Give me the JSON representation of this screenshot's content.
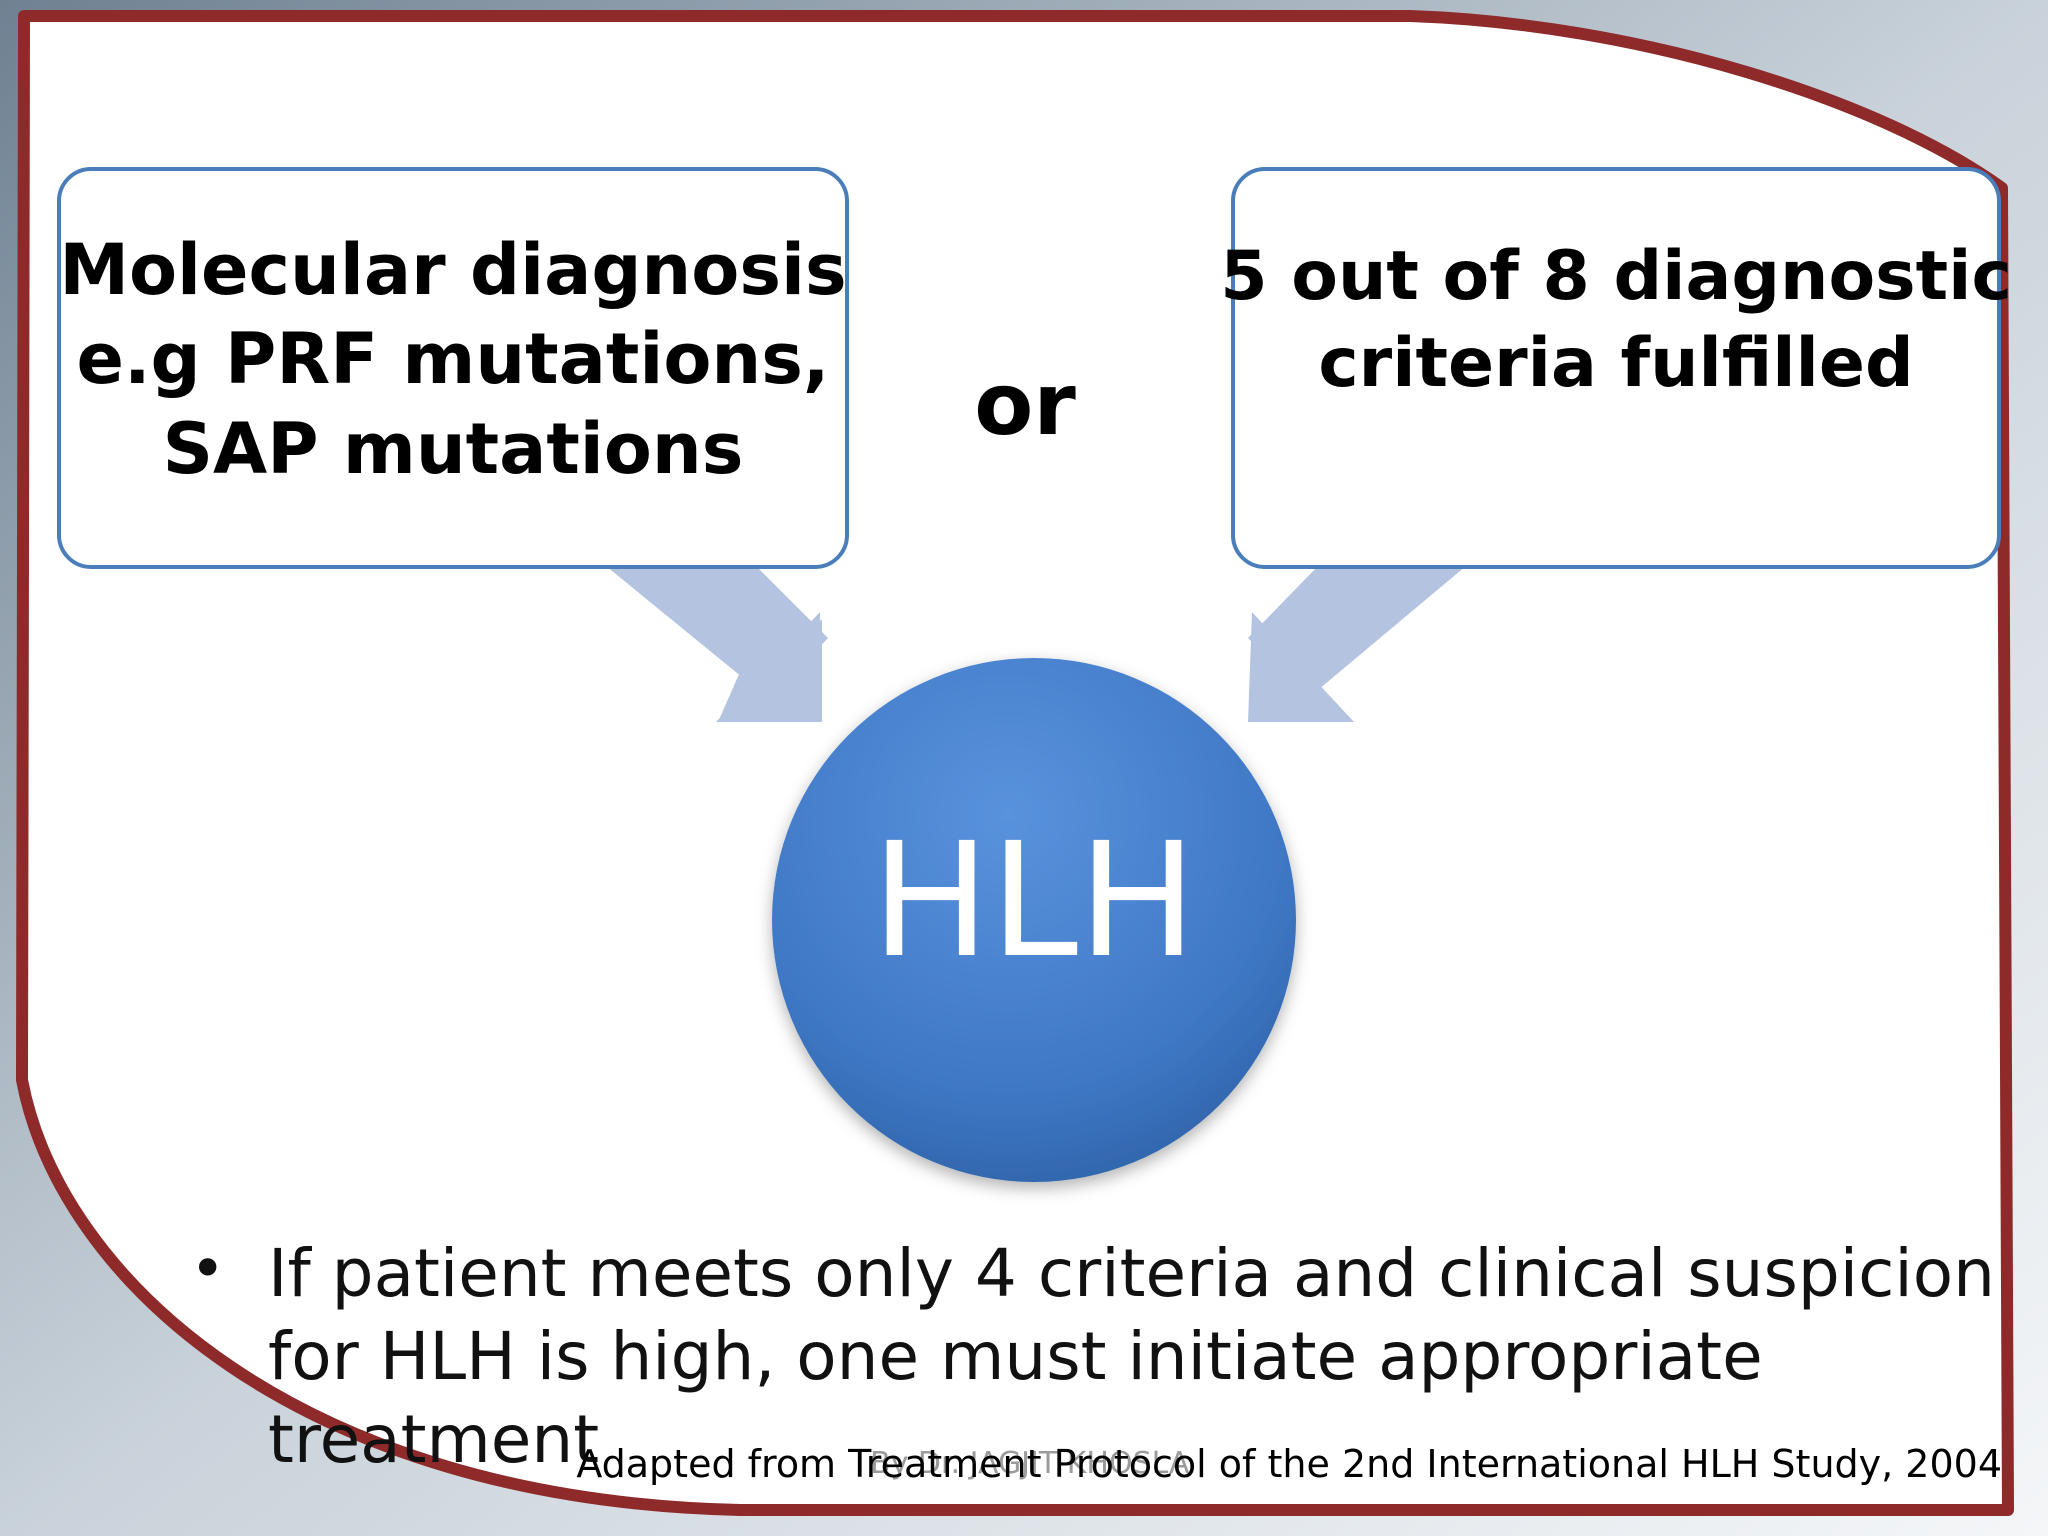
{
  "diagram": {
    "left_box": {
      "lines": [
        "Molecular diagnosis",
        "e.g PRF mutations,",
        "SAP mutations"
      ]
    },
    "connector_word": "or",
    "right_box": {
      "lines": [
        "5 out of 8 diagnostic",
        "criteria fulfilled"
      ]
    },
    "hub_label": "HLH"
  },
  "note": {
    "bullet": "•",
    "text": "If patient meets only 4 criteria and clinical suspicion for HLH is high, one must initiate appropriate treatment"
  },
  "citation": "Adapted from Treatment Protocol of the 2nd International HLH Study, 2004",
  "watermark": "By Dr. JAGJIT KHOSLA",
  "colors": {
    "frame_border": "#8e2a2a",
    "frame_backdrop": "#7d8fa0",
    "box_border": "#4a7ebb",
    "arrow_fill": "#b4c3e0",
    "hub_fill": "#4a82cf",
    "hub_text": "#ffffff"
  }
}
